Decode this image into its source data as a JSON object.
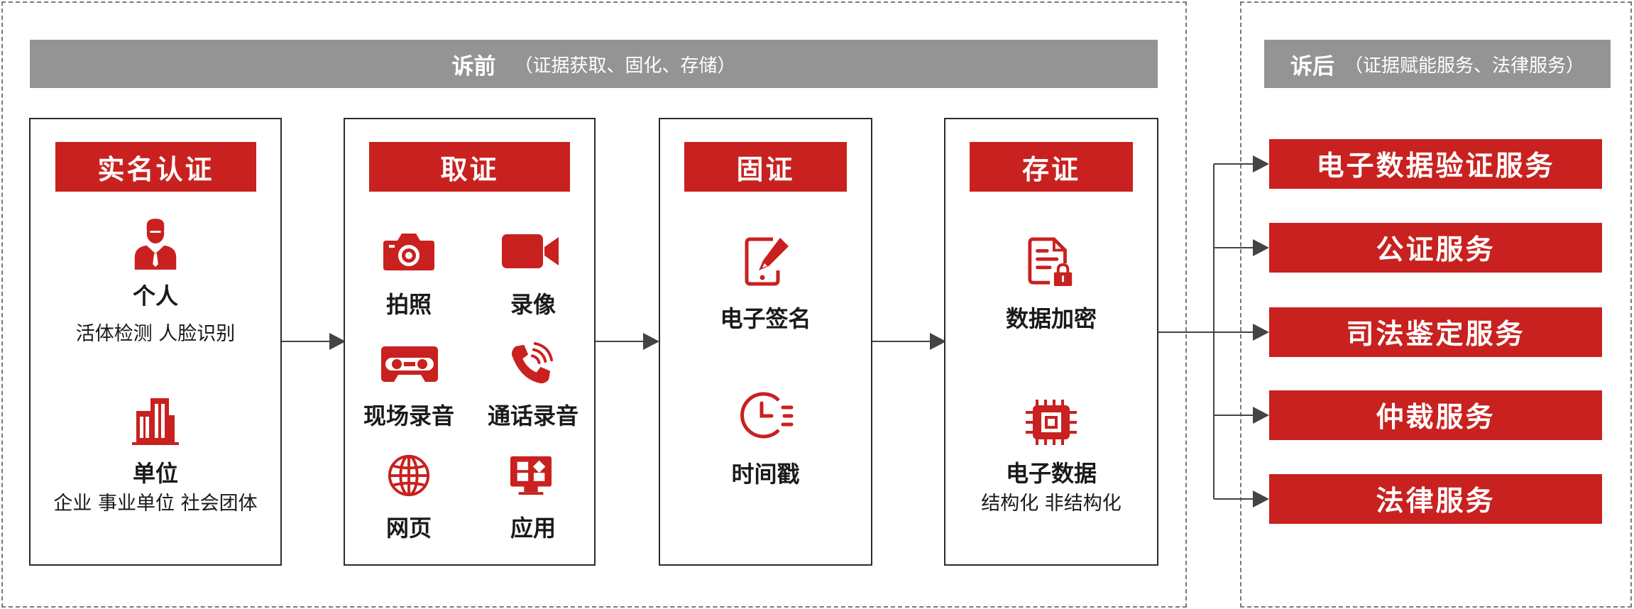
{
  "colors": {
    "accent_red": "#c8211f",
    "banner_gray": "#949494",
    "border_dark": "#2b2b2b",
    "dashed_border": "#7a7a7a",
    "arrow": "#444444"
  },
  "pre_suit": {
    "title": "诉前",
    "subtitle": "（证据获取、固化、存储）"
  },
  "post_suit": {
    "title": "诉后",
    "subtitle": "（证据赋能服务、法律服务）"
  },
  "panels": {
    "realname": {
      "title": "实名认证",
      "person": {
        "icon": "person-icon",
        "label": "个人",
        "sub": "活体检测   人脸识别"
      },
      "org": {
        "icon": "building-icon",
        "label": "单位",
        "sub": "企业  事业单位  社会团体"
      }
    },
    "collect": {
      "title": "取证",
      "items": [
        {
          "icon": "camera-icon",
          "label": "拍照"
        },
        {
          "icon": "video-camera-icon",
          "label": "录像"
        },
        {
          "icon": "cassette-tape-icon",
          "label": "现场录音"
        },
        {
          "icon": "phone-call-icon",
          "label": "通话录音"
        },
        {
          "icon": "globe-icon",
          "label": "网页"
        },
        {
          "icon": "app-icon",
          "label": "应用"
        }
      ]
    },
    "fix": {
      "title": "固证",
      "items": [
        {
          "icon": "tablet-pen-icon",
          "label": "电子签名"
        },
        {
          "icon": "clock-icon",
          "label": "时间戳"
        }
      ]
    },
    "store": {
      "title": "存证",
      "items": [
        {
          "icon": "document-lock-icon",
          "label": "数据加密"
        },
        {
          "icon": "chip-icon",
          "label": "电子数据",
          "sub": "结构化  非结构化"
        }
      ]
    }
  },
  "services": [
    "电子数据验证服务",
    "公证服务",
    "司法鉴定服务",
    "仲裁服务",
    "法律服务"
  ]
}
